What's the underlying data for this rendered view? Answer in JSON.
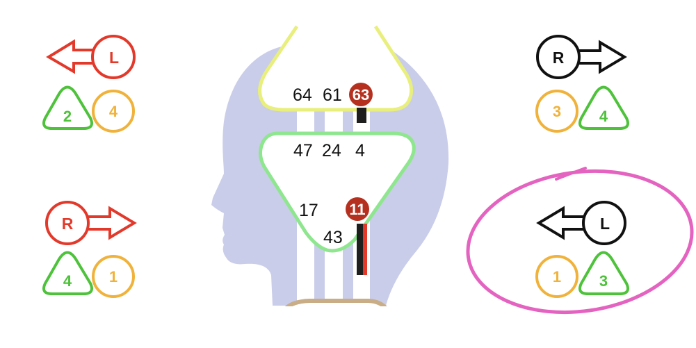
{
  "colors": {
    "head": "#c9cde9",
    "upper_shape": "#e9ef7c",
    "middle_shape": "#8ee68e",
    "bottom_shape": "#c8ad86",
    "red_badge": "#b5301f",
    "red": "#e2392b",
    "black": "#111111",
    "green": "#4ec23b",
    "orange": "#f0b23a",
    "highlight": "#e463c0"
  },
  "diagram": {
    "upper_numbers": [
      "64",
      "61"
    ],
    "upper_badge": "63",
    "middle_numbers": [
      "47",
      "24",
      "4"
    ],
    "lower_numbers": [
      "17",
      "43"
    ],
    "lower_badge": "11"
  },
  "indicators": [
    {
      "id": "top-left",
      "direction": "left",
      "letter": "L",
      "arrow_color": "red",
      "triangle_value": "2",
      "circle_value": "4",
      "order": "triangle-first",
      "highlighted": false
    },
    {
      "id": "bottom-left",
      "direction": "right",
      "letter": "R",
      "arrow_color": "red",
      "triangle_value": "4",
      "circle_value": "1",
      "order": "triangle-first",
      "highlighted": false
    },
    {
      "id": "top-right",
      "direction": "right",
      "letter": "R",
      "arrow_color": "black",
      "triangle_value": "4",
      "circle_value": "3",
      "order": "circle-first",
      "highlighted": false
    },
    {
      "id": "bottom-right",
      "direction": "left",
      "letter": "L",
      "arrow_color": "black",
      "triangle_value": "3",
      "circle_value": "1",
      "order": "circle-first",
      "highlighted": true
    }
  ]
}
